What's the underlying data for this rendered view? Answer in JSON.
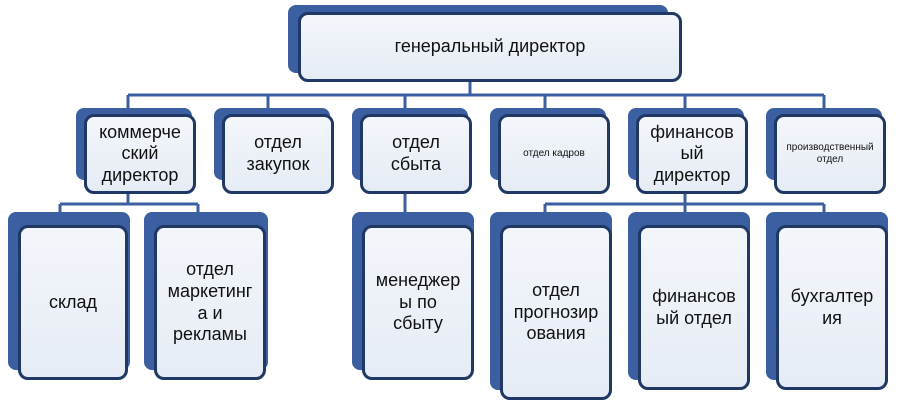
{
  "nodes": {
    "general_director": "генеральный директор",
    "commercial_director": "коммерче\nский\nдиректор",
    "purchasing_dept": "отдел\nзакупок",
    "sales_dept": "отдел\nсбыта",
    "hr_dept": "отдел кадров",
    "financial_director": "финансов\nый\nдиректор",
    "production_dept": "производственный\nотдел",
    "warehouse": "склад",
    "marketing_dept": "отдел\nмаркетинг\nа и\nрекламы",
    "sales_managers": "менеджер\nы по\nсбыту",
    "forecasting_dept": "отдел\nпрогнозир\nования",
    "finance_dept": "финансов\nый отдел",
    "accounting": "бухгалтер\nия"
  },
  "colors": {
    "border": "#1f3864",
    "shadow": "#3b5fa0",
    "fill": "#eef2f8",
    "line": "#3b5fa0"
  }
}
